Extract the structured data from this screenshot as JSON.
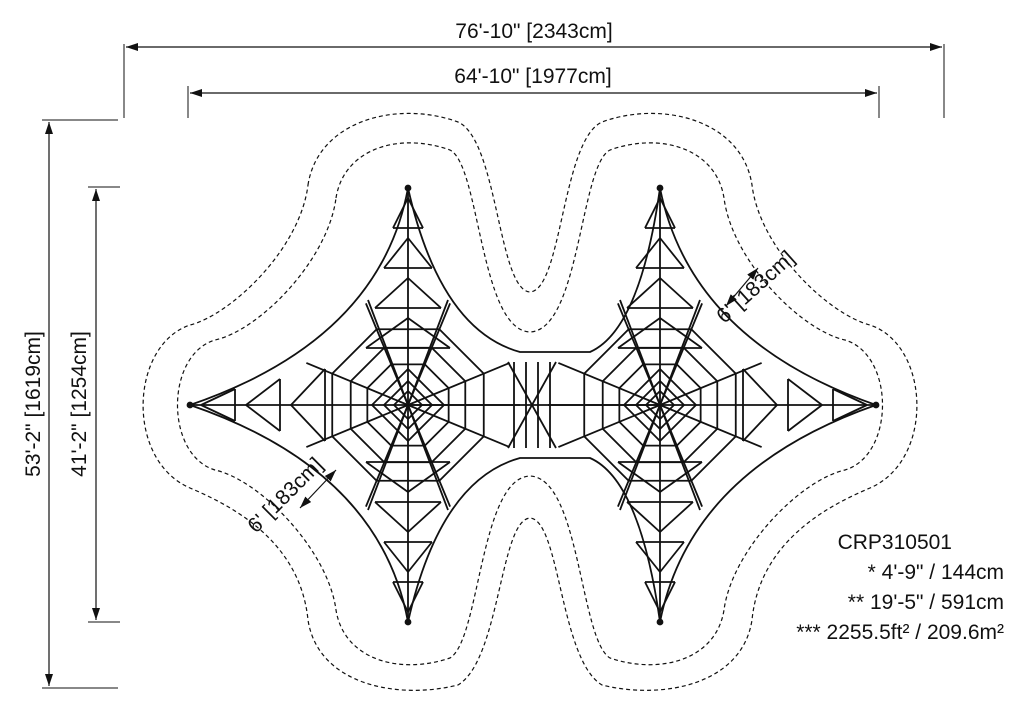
{
  "dimensions": {
    "overall_width": "76'-10\" [2343cm]",
    "inner_width": "64'-10\" [1977cm]",
    "overall_depth": "53'-2\" [1619cm]",
    "inner_depth": "41'-2\" [1254cm]",
    "clearance_right": "6' [183cm]",
    "clearance_left": "6' [183cm]"
  },
  "spec": {
    "model": "CRP310501",
    "height": "* 4'-9\" / 144cm",
    "free_fall": "** 19'-5\" / 591cm",
    "area": "*** 2255.5ft² / 209.6m²"
  },
  "colors": {
    "line": "#111111",
    "background": "#ffffff"
  }
}
